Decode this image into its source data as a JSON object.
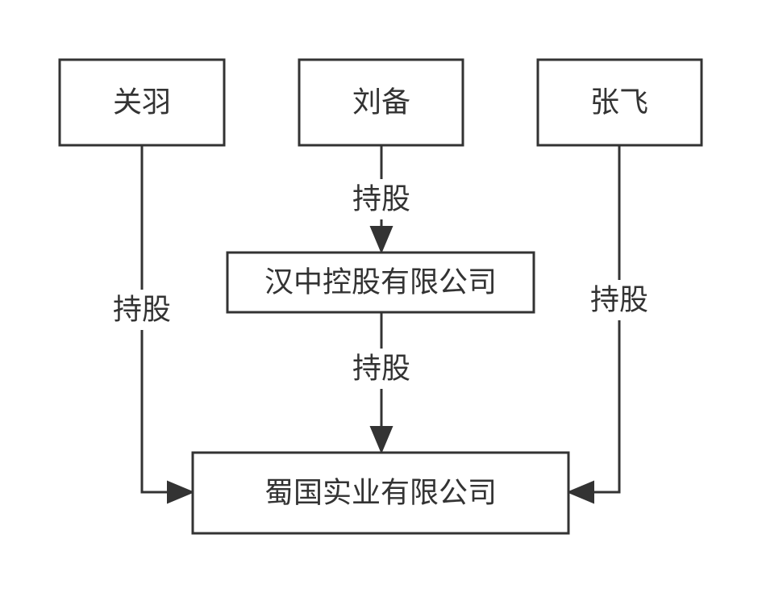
{
  "nodes": {
    "guanyu": {
      "label": "关羽"
    },
    "liubei": {
      "label": "刘备"
    },
    "zhangfei": {
      "label": "张飞"
    },
    "hanzhong": {
      "label": "汉中控股有限公司"
    },
    "shuguo": {
      "label": "蜀国实业有限公司"
    }
  },
  "edges": {
    "liubei_hanzhong": {
      "label": "持股"
    },
    "guanyu_shuguo": {
      "label": "持股"
    },
    "hanzhong_shuguo": {
      "label": "持股"
    },
    "zhangfei_shuguo": {
      "label": "持股"
    }
  },
  "colors": {
    "stroke": "#333333",
    "background": "#ffffff"
  }
}
